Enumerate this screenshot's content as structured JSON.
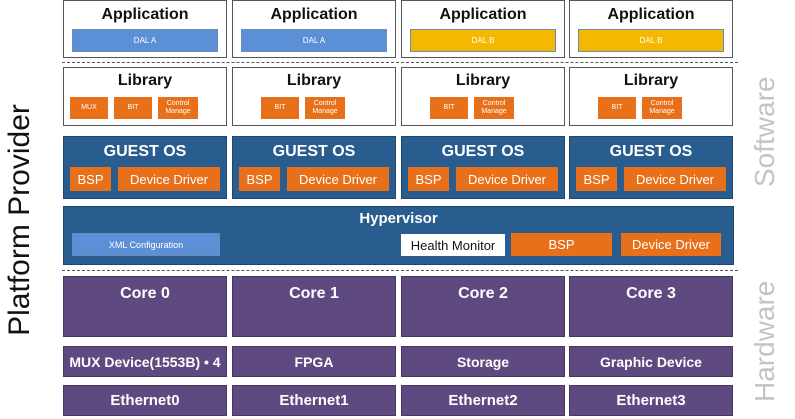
{
  "side_label": "Platform Provider",
  "zones": {
    "software": "Software",
    "hardware": "Hardware"
  },
  "partitions": [
    {
      "app": "Application",
      "dal": "DAL A",
      "dal_color": "#5b8fd6",
      "lib": "Library",
      "lib_items": [
        "MUX",
        "BIT",
        "Control Manage"
      ],
      "guest": "GUEST OS",
      "bsp": "BSP",
      "driver": "Device Driver"
    },
    {
      "app": "Application",
      "dal": "DAL A",
      "dal_color": "#5b8fd6",
      "lib": "Library",
      "lib_items": [
        "BIT",
        "Control Manage"
      ],
      "guest": "GUEST OS",
      "bsp": "BSP",
      "driver": "Device Driver"
    },
    {
      "app": "Application",
      "dal": "DAL B",
      "dal_color": "#f5b800",
      "lib": "Library",
      "lib_items": [
        "BIT",
        "Control Manage"
      ],
      "guest": "GUEST OS",
      "bsp": "BSP",
      "driver": "Device Driver"
    },
    {
      "app": "Application",
      "dal": "DAL B",
      "dal_color": "#f5b800",
      "lib": "Library",
      "lib_items": [
        "BIT",
        "Control Manage"
      ],
      "guest": "GUEST OS",
      "bsp": "BSP",
      "driver": "Device Driver"
    }
  ],
  "hypervisor": {
    "title": "Hypervisor",
    "xml": "XML Configuration",
    "health": "Health Monitor",
    "bsp": "BSP",
    "driver": "Device Driver"
  },
  "cores": [
    "Core 0",
    "Core 1",
    "Core 2",
    "Core 3"
  ],
  "devices": [
    "MUX Device(1553B) • 4",
    "FPGA",
    "Storage",
    "Graphic Device"
  ],
  "ethernets": [
    "Ethernet0",
    "Ethernet1",
    "Ethernet2",
    "Ethernet3"
  ]
}
